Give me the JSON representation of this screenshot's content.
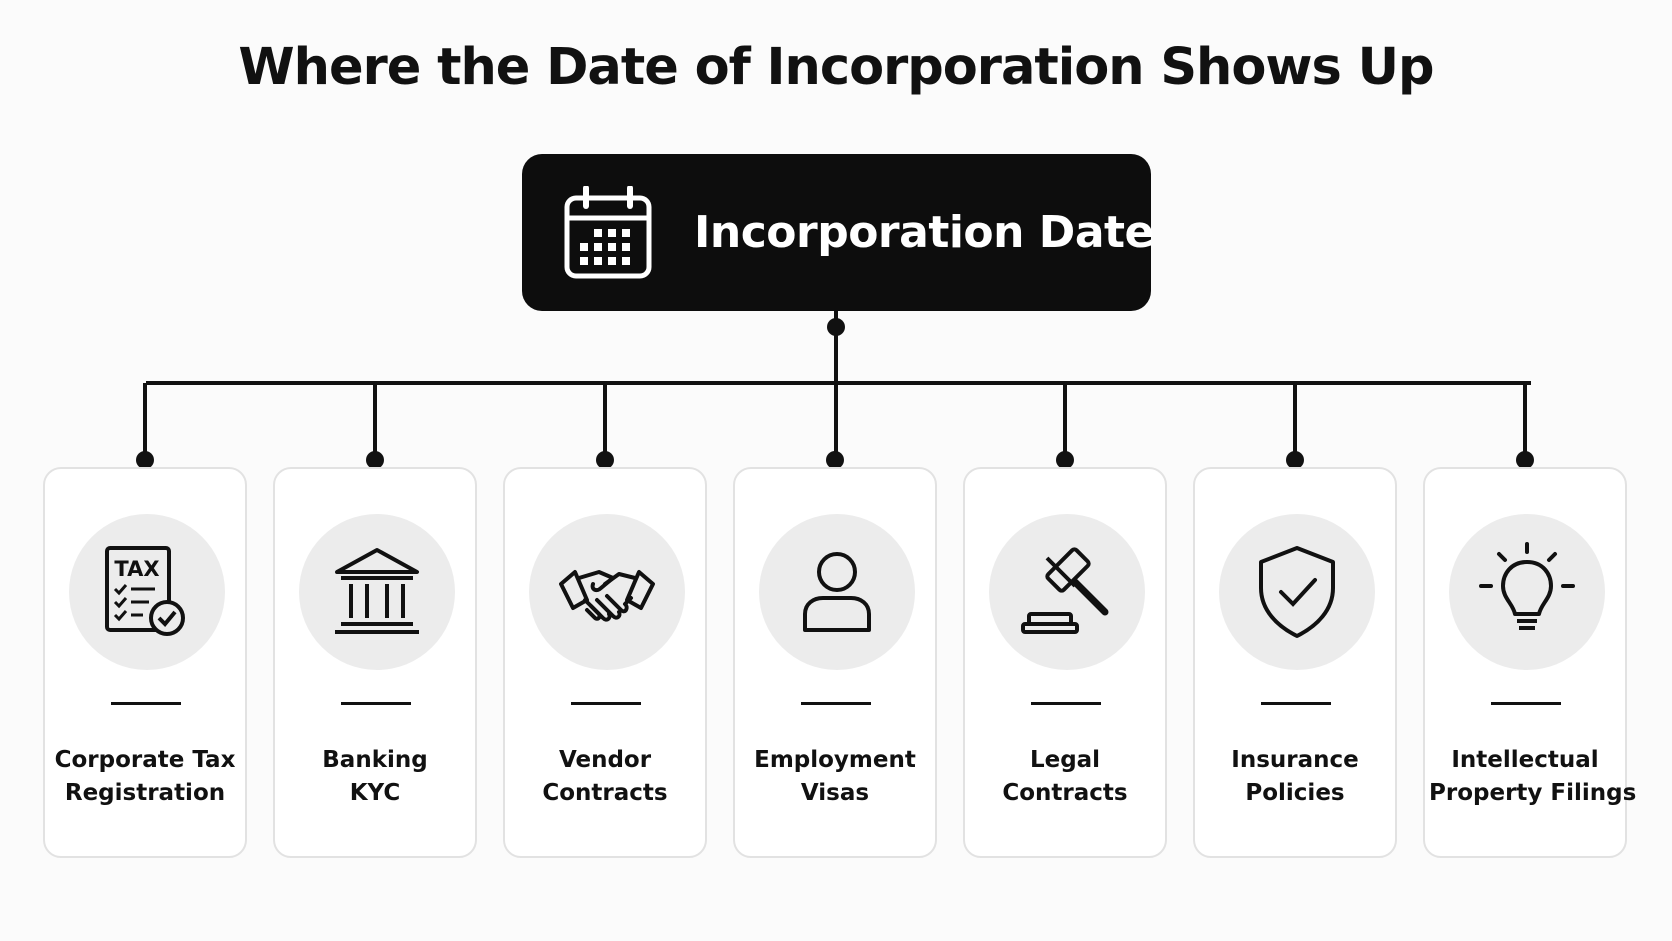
{
  "title": "Where the Date of Incorporation Shows Up",
  "root": {
    "label": "Incorporation Date",
    "icon": "calendar-icon"
  },
  "items": [
    {
      "lines": [
        "Corporate Tax",
        "Registration"
      ],
      "icon": "tax-document-icon"
    },
    {
      "lines": [
        "Banking",
        "KYC"
      ],
      "icon": "bank-icon"
    },
    {
      "lines": [
        "Vendor",
        "Contracts"
      ],
      "icon": "handshake-icon"
    },
    {
      "lines": [
        "Employment",
        "Visas"
      ],
      "icon": "person-icon"
    },
    {
      "lines": [
        "Legal",
        "Contracts"
      ],
      "icon": "gavel-icon"
    },
    {
      "lines": [
        "Insurance",
        "Policies"
      ],
      "icon": "shield-check-icon"
    },
    {
      "lines": [
        "Intellectual",
        "Property Filings"
      ],
      "icon": "lightbulb-icon"
    }
  ],
  "colors": {
    "root_fill": "#0d0d0d",
    "line": "#111111",
    "icon_circle": "#ececec"
  },
  "icon_text": {
    "tax": "TAX"
  }
}
